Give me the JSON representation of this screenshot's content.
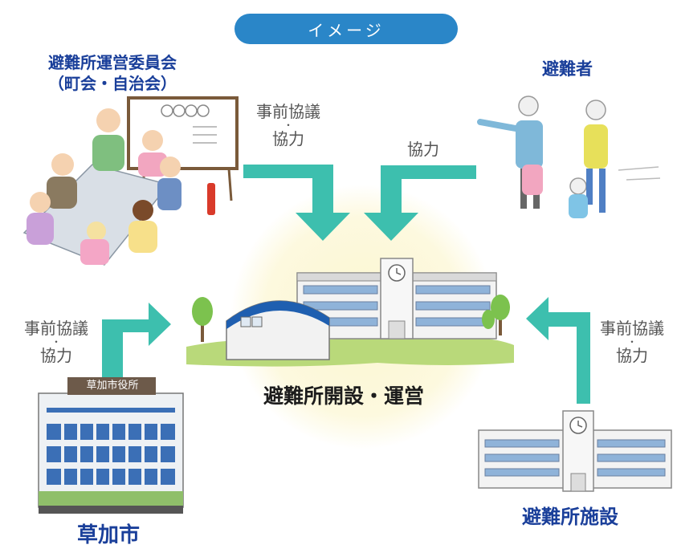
{
  "banner": "イメージ",
  "committee": {
    "line1": "避難所運営委員会",
    "line2": "（町会・自治会）"
  },
  "evacuees": "避難者",
  "arrows": {
    "top_left_line1": "事前協議",
    "top_left_dot": "・",
    "top_left_line2": "協力",
    "top_right": "協力",
    "bottom_left_line1": "事前協議",
    "bottom_left_dot": "・",
    "bottom_left_line2": "協力",
    "bottom_right_line1": "事前協議",
    "bottom_right_dot": "・",
    "bottom_right_line2": "協力"
  },
  "center_label": "避難所開設・運営",
  "city_hall": {
    "sign": "草加市役所",
    "label": "草加市"
  },
  "facility": "避難所施設",
  "colors": {
    "arrow": "#3dbfae",
    "banner": "#2a86c8",
    "title": "#1a3f9a",
    "glow": "#fbf7d2"
  }
}
